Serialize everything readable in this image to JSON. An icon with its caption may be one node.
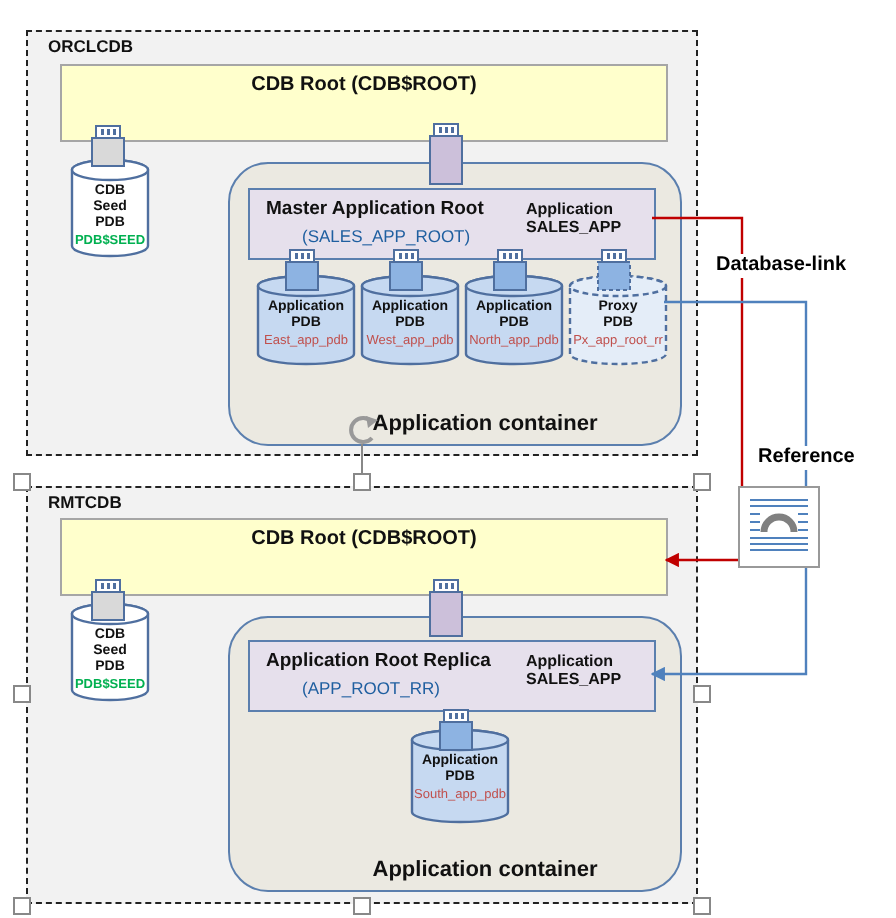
{
  "diagram": {
    "nodes": [
      {
        "text": [
          "ORCLCDB"
        ]
      },
      {
        "text": [
          "CDB Root (CDB$ROOT)"
        ],
        "in": 0
      },
      {
        "text": [
          "CDB Seed PDB",
          "PDB$SEED"
        ],
        "in": 0
      },
      {
        "text": [
          "Application container"
        ],
        "in": 0
      },
      {
        "text": [
          "Master Application Root",
          "(SALES_APP_ROOT)",
          "Application SALES_APP"
        ],
        "in": 3
      },
      {
        "text": [
          "Application PDB",
          "East_app_pdb"
        ],
        "in": 3
      },
      {
        "text": [
          "Application PDB",
          "West_app_pdb"
        ],
        "in": 3
      },
      {
        "text": [
          "Application PDB",
          "North_app_pdb"
        ],
        "in": 3
      },
      {
        "text": [
          "Proxy PDB",
          "Px_app_root_rr"
        ],
        "in": 3
      },
      {
        "text": [],
        "shape": "document"
      },
      {
        "text": [
          "RMTCDB"
        ]
      },
      {
        "text": [
          "CDB Root (CDB$ROOT)"
        ],
        "in": 10
      },
      {
        "text": [
          "CDB Seed PDB",
          "PDB$SEED"
        ],
        "in": 10
      },
      {
        "text": [
          "Application container"
        ],
        "in": 10
      },
      {
        "text": [
          "Application Root  Replica",
          "(APP_ROOT_RR)",
          "Application SALES_APP"
        ],
        "in": 13
      },
      {
        "text": [
          "Application PDB",
          "South_app_pdb"
        ],
        "in": 13
      }
    ],
    "edges": [
      {
        "from": 4,
        "to": 9,
        "arrow": "none",
        "label": "Database-link",
        "color": "#c00000"
      },
      {
        "from": 9,
        "to": 11,
        "arrow": "to",
        "color": "#c00000"
      },
      {
        "from": 8,
        "to": 9,
        "arrow": "none",
        "label": "Reference",
        "color": "#4f81bd"
      },
      {
        "from": 9,
        "to": 14,
        "arrow": "to",
        "color": "#4f81bd"
      }
    ]
  }
}
